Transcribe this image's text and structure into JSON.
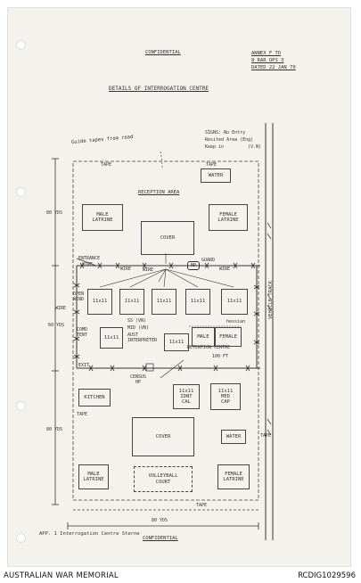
{
  "header": {
    "classification_top": "CONFIDENTIAL",
    "annex": "ANNEX F TO",
    "ref": "8 RAR OPS 3",
    "dated": "DATED 22 JAN 70",
    "title": "DETAILS OF INTERROGATION CENTRE"
  },
  "legend": {
    "signs": "SIGNS: No Entry",
    "restricted": "Resited Area (Eng)",
    "keep_in": "Keep in",
    "lang": "(V.N)"
  },
  "labels": {
    "guide_tapes": "Guide tapes from road",
    "tape_top_left": "TAPE",
    "tape_top_right": "TAPE",
    "tape_mid_left": "TAPE",
    "tape_right": "TAPE",
    "tape_bottom": "TAPE",
    "yds_80_top": "80 YDS",
    "yds_60": "60 YDS",
    "yds_80_bottom": "80 YDS",
    "yds_80_base": "80 YDS",
    "reception_area": "RECEPTION AREA",
    "entrance": "ENTRANCE",
    "entrance_wire": "WIRE",
    "guard": "GUARD",
    "np": "NP",
    "wire_left": "WIRE",
    "wire_mid": "WIRE",
    "wire_right": "WIRE",
    "wire_side": "WIRE",
    "open_wind": "OPEN\nWIND",
    "comd_tent": "COMD\nTENT",
    "ss_vn": "SS (VN)",
    "mid_vn": "MID (VN)",
    "aust_interpreter": "AUST\nINTERPRETER",
    "hessian": "hessian",
    "detention_centre": "DETENTION CENTRE",
    "ft_100": "100 FT",
    "exit": "EXIT",
    "census_hp": "CENSUS\nHP",
    "track": "VEHICLE TRACK",
    "appx_note": "APP. 1  Interrogation Centre Sterne",
    "classification_bottom": "CONFIDENTIAL"
  },
  "boxes": {
    "water_top": "WATER",
    "male_latrine_top": "MALE\nLATRINE",
    "female_latrine_top": "FEMALE\nLATRINE",
    "cover_top": "COVER",
    "cell_1": "11x11",
    "cell_2": "11x11",
    "cell_3": "11x11",
    "cell_4": "11x11",
    "cell_5": "11x11",
    "cell_6": "11x11",
    "cell_7": "11x11",
    "male": "MALE",
    "female": "FEMALE",
    "kitchen": "KITCHEN",
    "ident_cal": "11x11\nIDNT\nCAL",
    "med_cap": "11x11\nMED\nCAP",
    "cover_bottom": "COVER",
    "water_bottom": "WATER",
    "male_latrine_bottom": "MALE\nLATRINE",
    "volleyball": "VOLLEYBALL\nCOURT",
    "female_latrine_bottom": "FEMALE\nLATRINE"
  },
  "footer": {
    "left": "AUSTRALIAN WAR MEMORIAL",
    "right": "RCDIG1029596"
  }
}
